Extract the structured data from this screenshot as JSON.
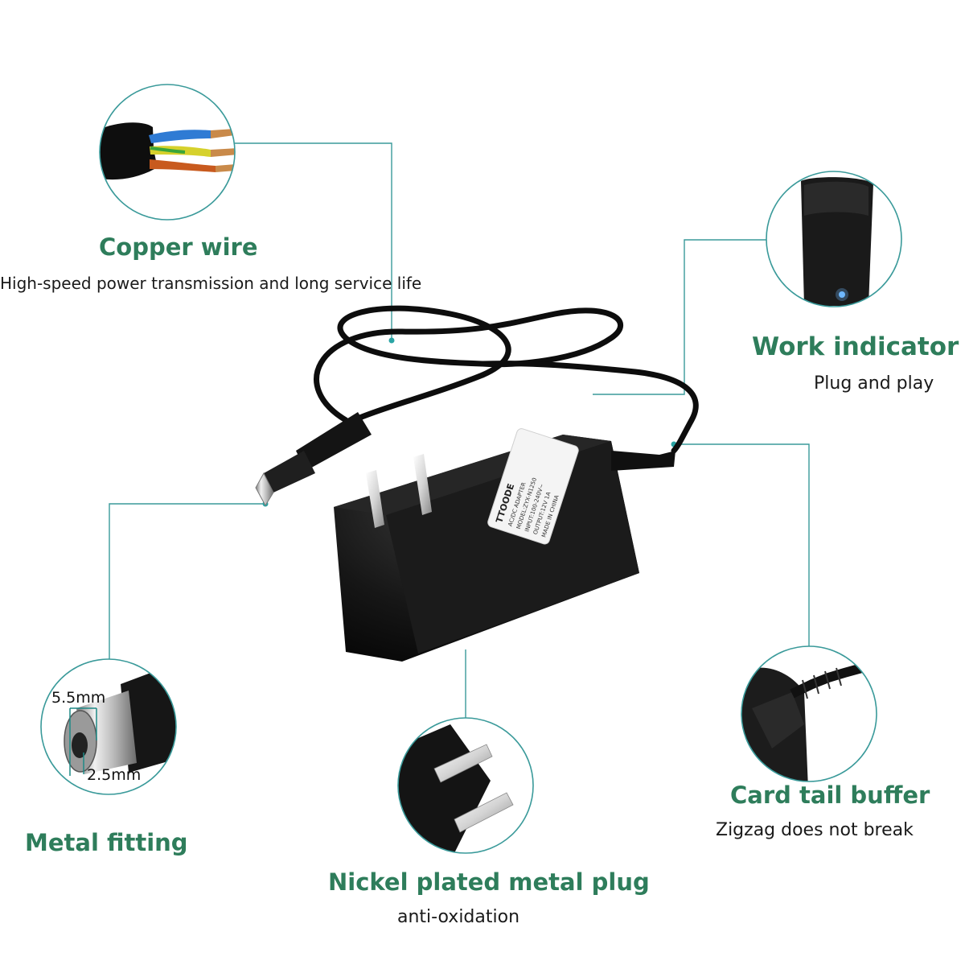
{
  "accent_color": "#2e7d5b",
  "line_color": "#3a9a9a",
  "features": [
    {
      "title": "Copper wire",
      "subtitle": "High-speed power transmission and long service life"
    },
    {
      "title": "Work indicator",
      "subtitle": "Plug and play"
    },
    {
      "title": "Metal fitting",
      "subtitle": ""
    },
    {
      "title": "Card tail buffer",
      "subtitle": "Zigzag does not break"
    },
    {
      "title": "Nickel plated metal plug",
      "subtitle": "anti-oxidation"
    }
  ],
  "dimensions": {
    "outer": "5.5mm",
    "inner": "2.5mm"
  },
  "product_label": {
    "brand": "TTOODE",
    "lines": [
      "AC/DC ADAPTER",
      "MODEL:ZYX-N1250",
      "INPUT:100-240V~",
      "OUTPUT:12V 1A",
      "MADE IN CHINA"
    ]
  }
}
